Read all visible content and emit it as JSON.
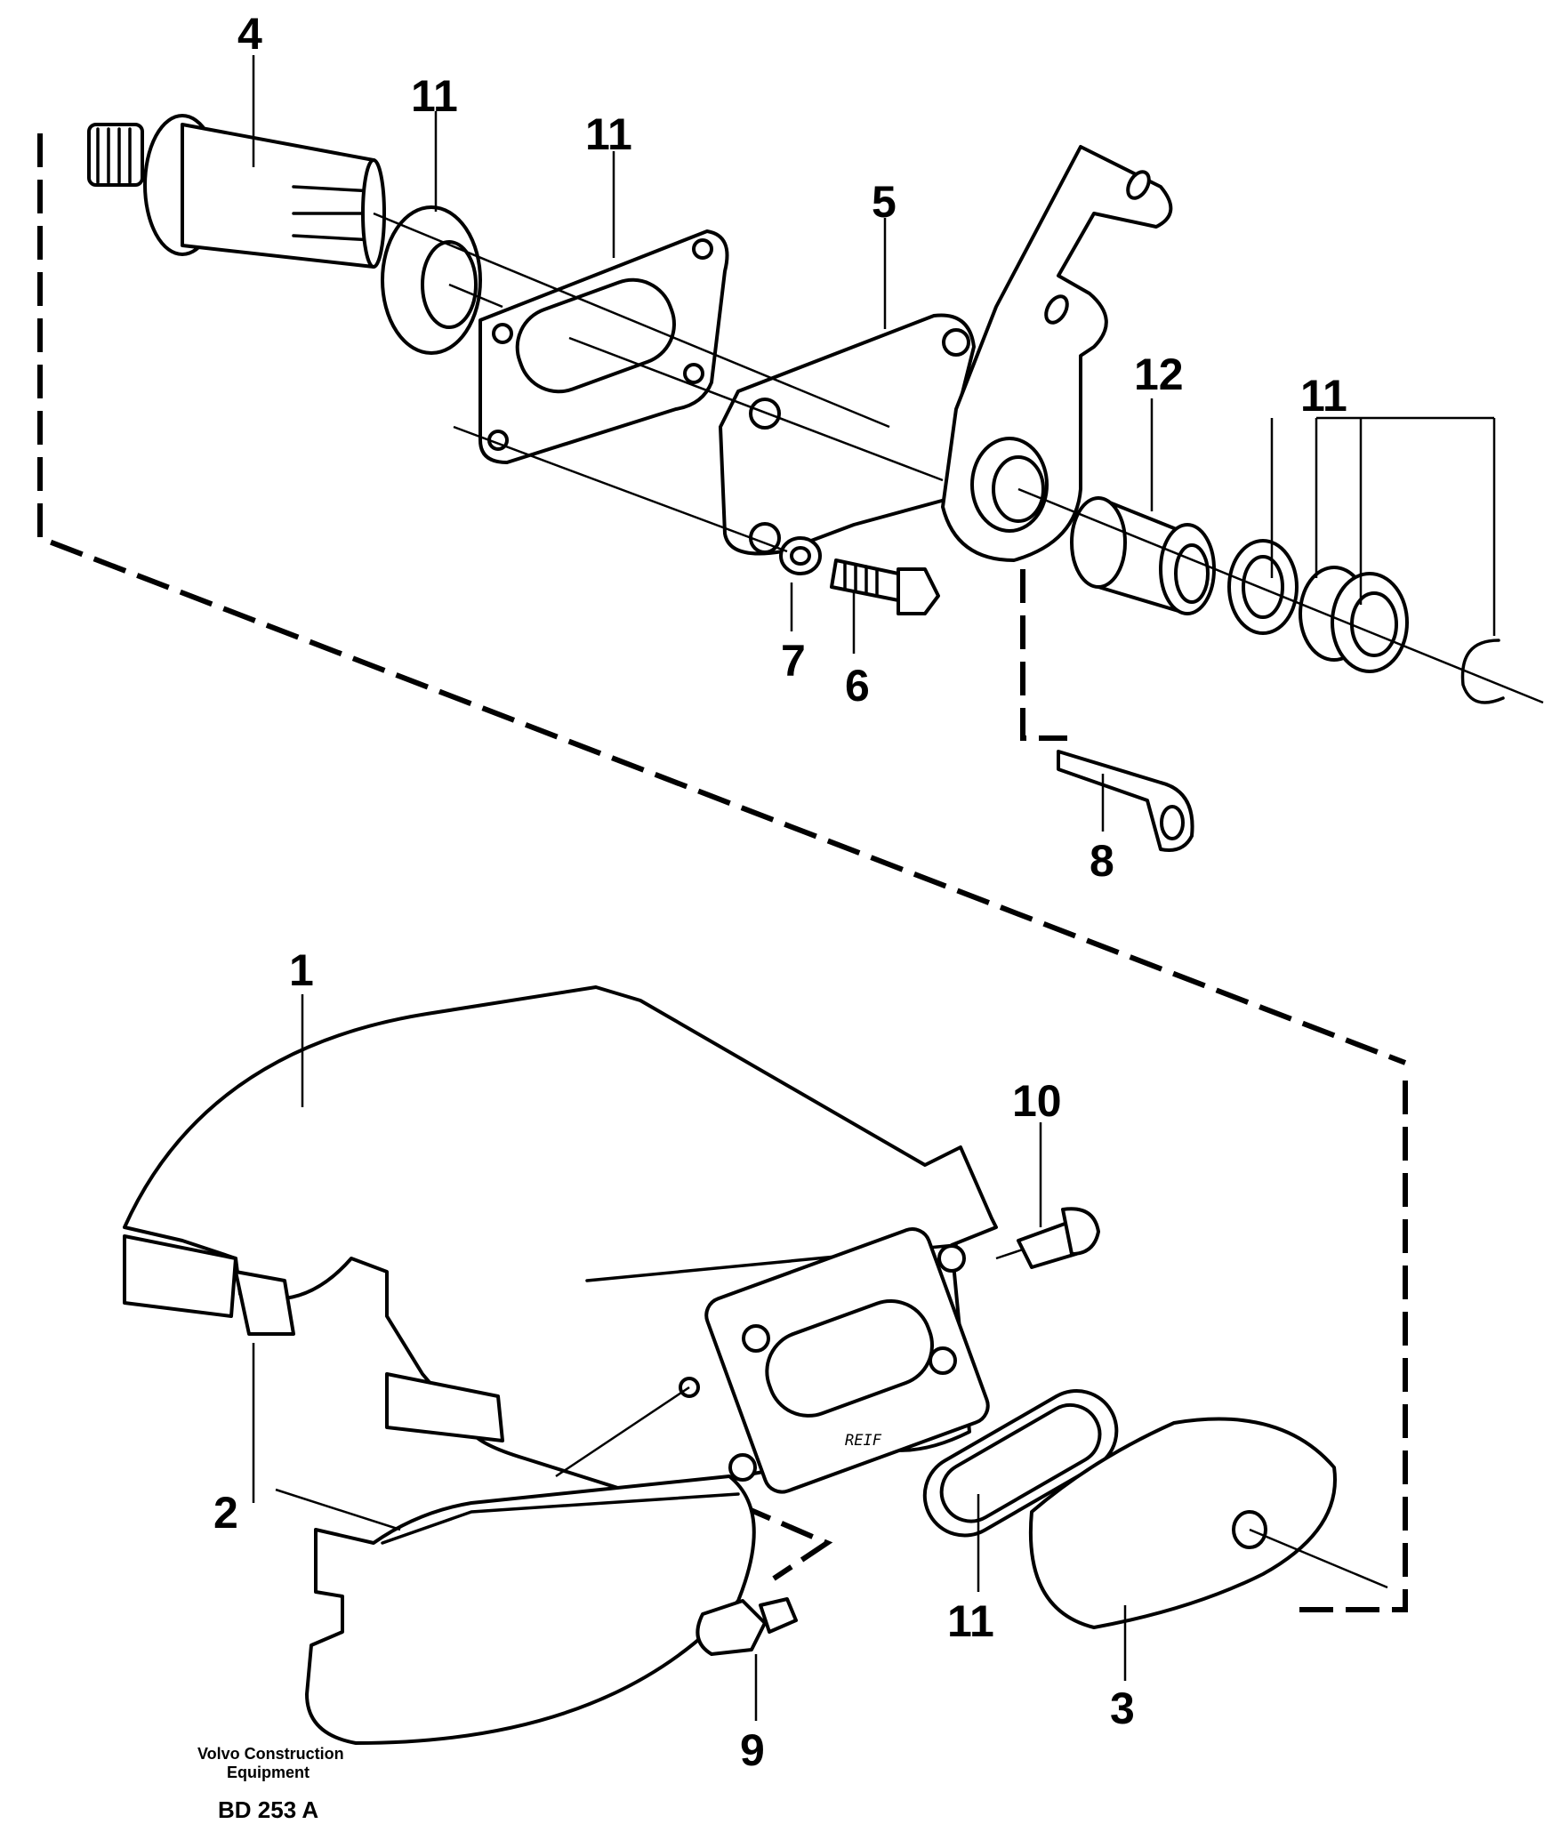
{
  "callouts": {
    "c1": "1",
    "c2": "2",
    "c3": "3",
    "c4": "4",
    "c5": "5",
    "c6": "6",
    "c7": "7",
    "c8": "8",
    "c9": "9",
    "c10": "10",
    "c11": "11",
    "c12": "12"
  },
  "manufacturer": {
    "line1": "Volvo Construction",
    "line2": "Equipment"
  },
  "drawing_number": "BD 253 A",
  "part_marking": "REIF"
}
